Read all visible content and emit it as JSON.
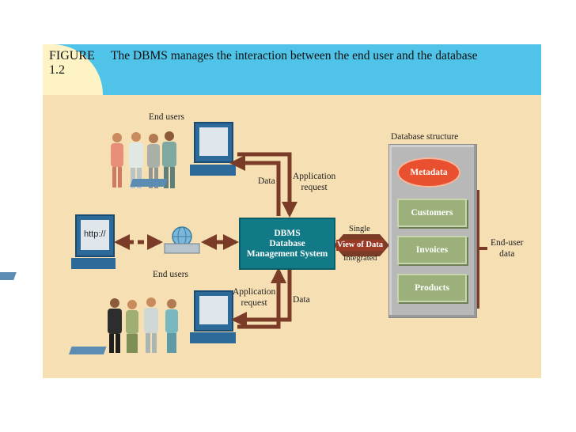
{
  "figure": {
    "label": "FIGURE\n1.2",
    "title": "The DBMS manages the interaction between the end user and the database"
  },
  "labels": {
    "end_users_top": "End users",
    "end_users_mid": "End users",
    "data_top": "Data",
    "app_request_top": "Application\nrequest",
    "app_request_bottom": "Application\nrequest",
    "data_bottom": "Data",
    "http": "http://",
    "single": "Single",
    "view_of_data": "View of Data",
    "integrated": "Integrated",
    "database_structure": "Database structure",
    "end_user_data": "End-user\ndata"
  },
  "dbms": {
    "line1": "DBMS",
    "line2": "Database",
    "line3": "Management System"
  },
  "database": {
    "metadata": "Metadata",
    "tables": [
      "Customers",
      "Invoices",
      "Products"
    ]
  },
  "colors": {
    "header": "#4fc3e8",
    "panel": "#f5dfb3",
    "arrow": "#7a3b27",
    "dbms": "#127a86",
    "metadata": "#e8502f",
    "table": "#9bb07a"
  }
}
